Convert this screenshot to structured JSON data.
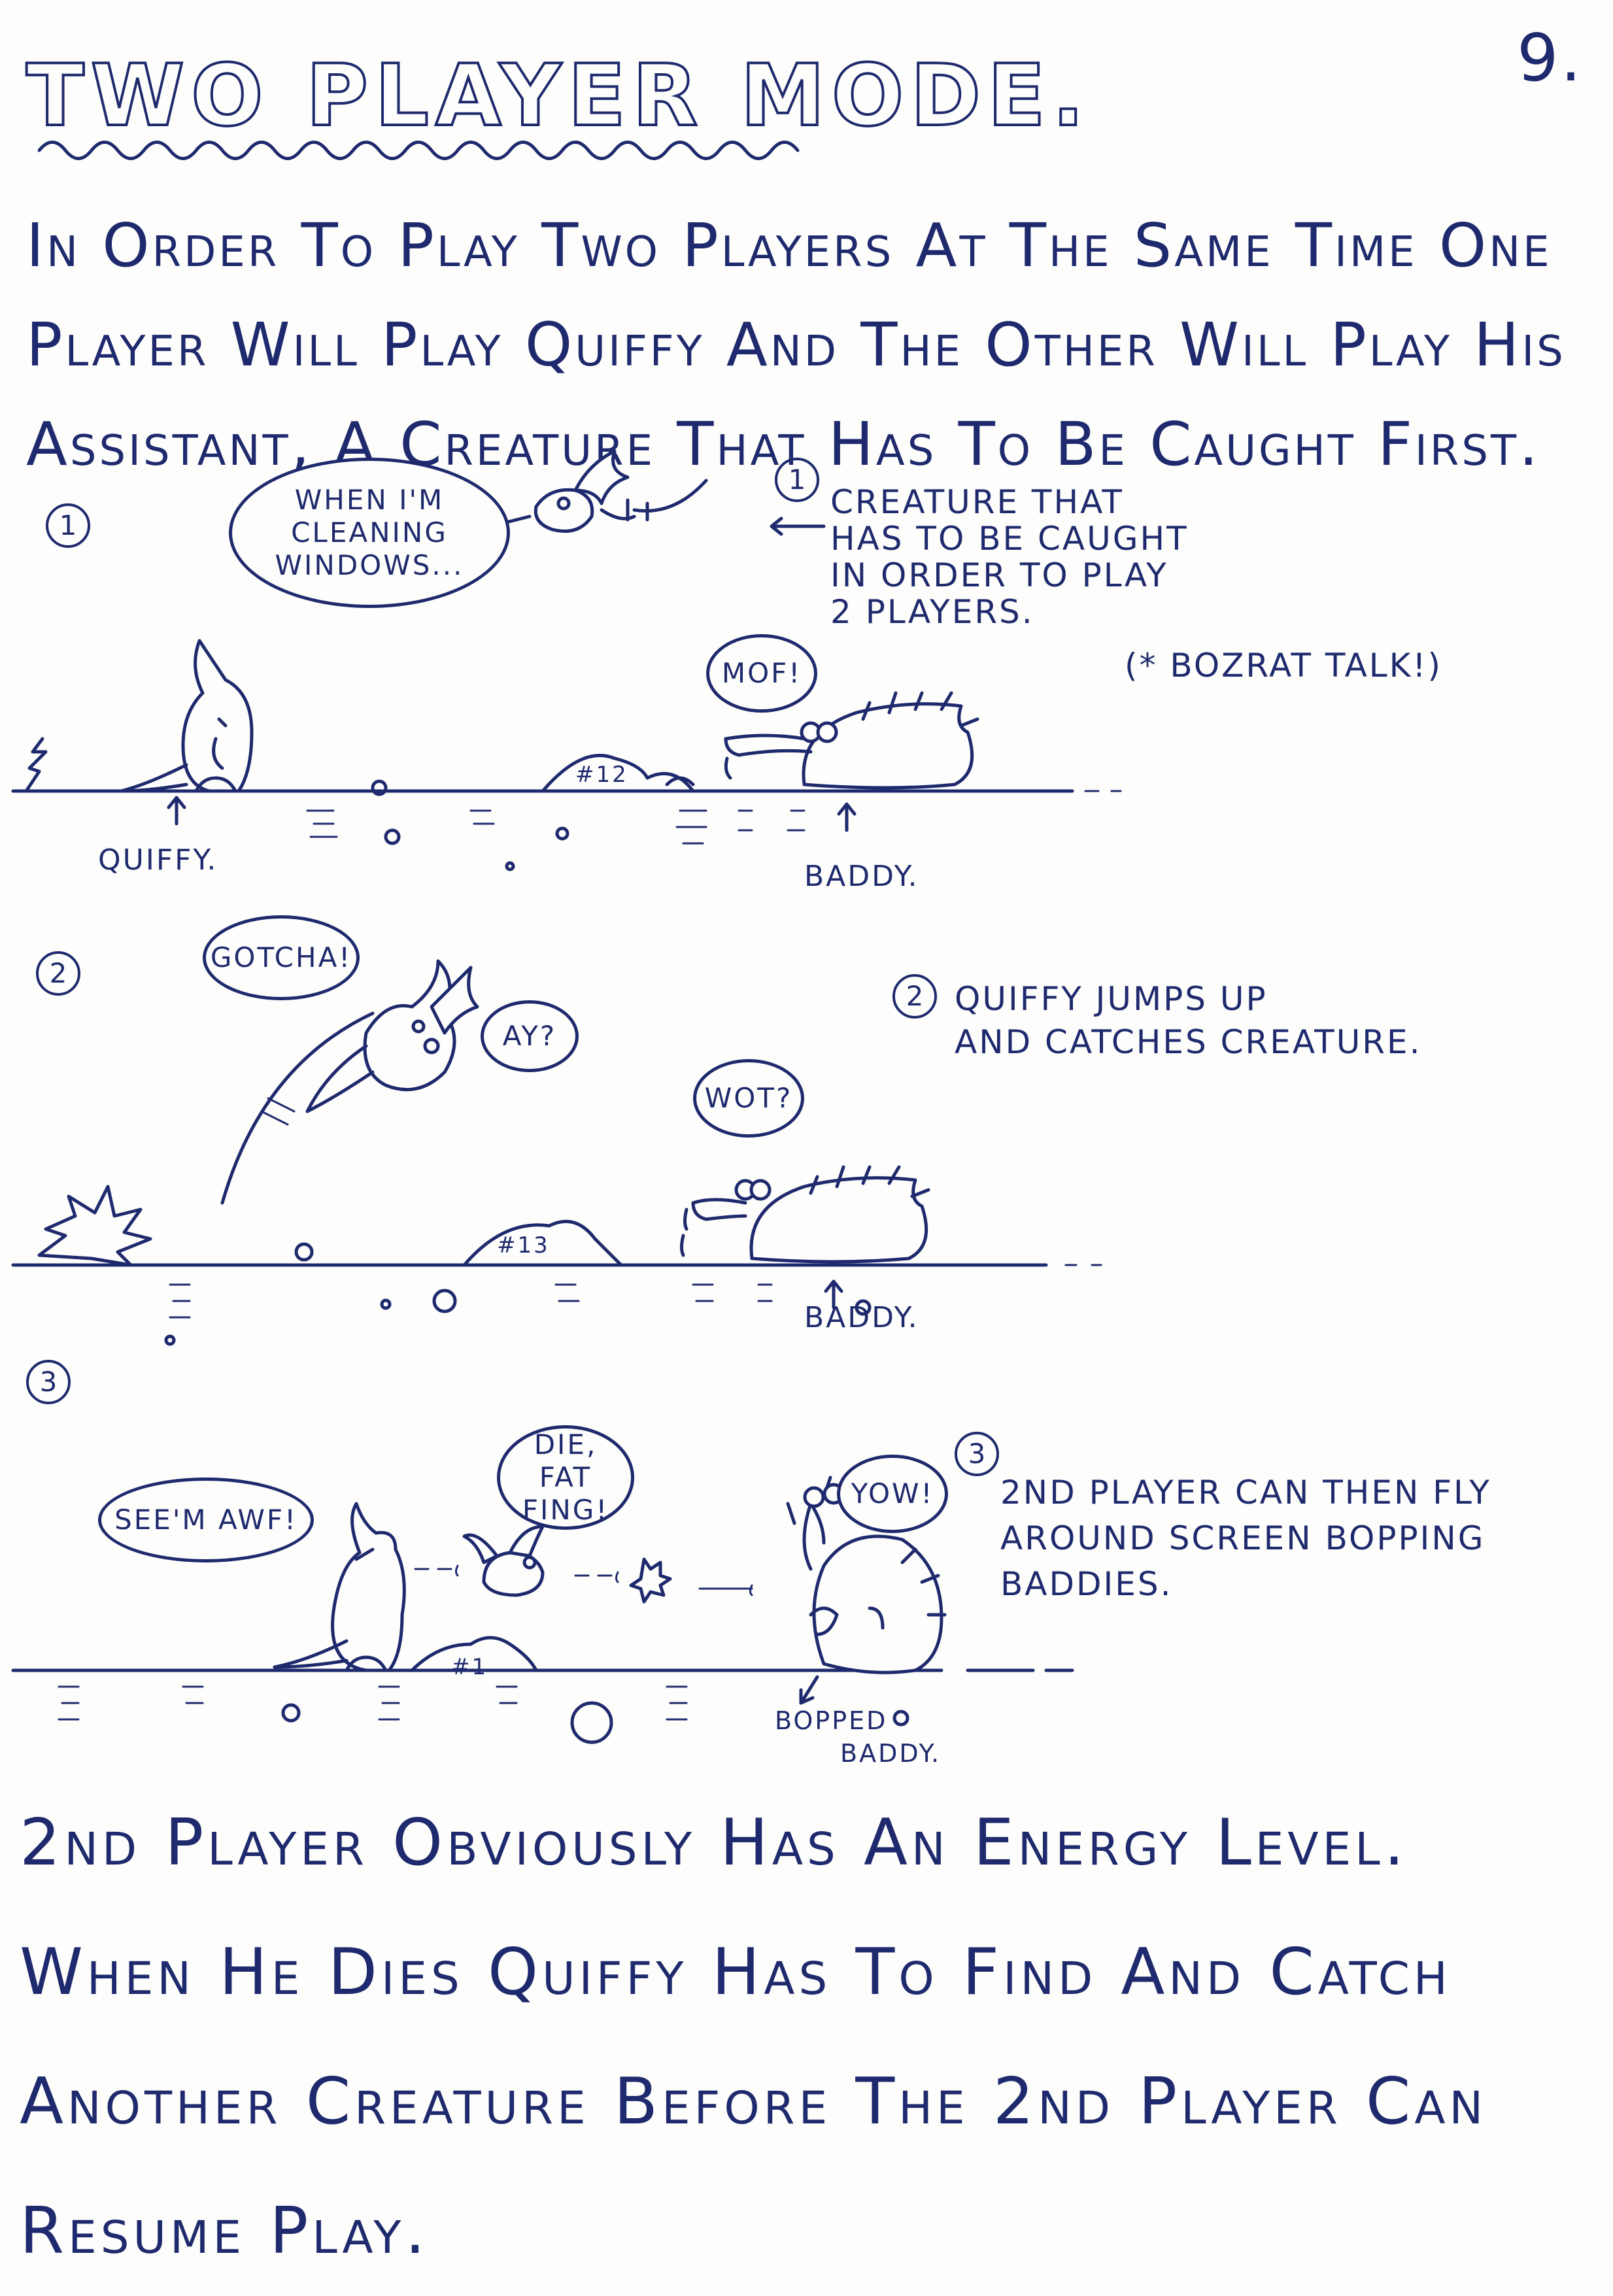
{
  "page": {
    "title": "TWO PLAYER MODE.",
    "page_number": "9.",
    "intro": "In Order To Play Two Players At The Same Time One Player Will Play Quiffy And The Other Will Play His Assistant, A Creature That Has To Be Caught First.",
    "outro": "2nd Player Obviously Has An Energy Level. When He Dies Quiffy Has To Find And Catch Another Creature Before The 2nd Player Can Resume Play."
  },
  "panel1": {
    "number": "1",
    "bubble_song": "WHEN I'M CLEANING WINDOWS...",
    "bubble_baddy": "MOF!",
    "note_number": "1",
    "note": [
      "CREATURE THAT",
      "HAS TO BE CAUGHT",
      "IN ORDER TO PLAY",
      "2 PLAYERS."
    ],
    "aside": "(* BOZRAT TALK!)",
    "label_quiffy": "QUIFFY.",
    "label_baddy": "BADDY.",
    "rock_mark": "#12"
  },
  "panel2": {
    "number": "2",
    "bubble_quiffy": "GOTCHA!",
    "bubble_creature": "AY?",
    "bubble_baddy": "WOT?",
    "note_number": "2",
    "note": [
      "QUIFFY JUMPS UP",
      "AND CATCHES CREATURE."
    ],
    "label_baddy": "BADDY.",
    "rock_mark": "#13"
  },
  "panel3": {
    "number": "3",
    "bubble_quiffy": "SEE'M AWF!",
    "bubble_creature": "DIE, FAT FING!",
    "bubble_baddy": "YOW!",
    "note_number": "3",
    "note": [
      "2ND PLAYER CAN THEN FLY",
      "AROUND SCREEN BOPPING",
      "BADDIES."
    ],
    "label_bopped": "BOPPED",
    "label_baddy": "BADDY.",
    "rock_mark": "#1"
  }
}
